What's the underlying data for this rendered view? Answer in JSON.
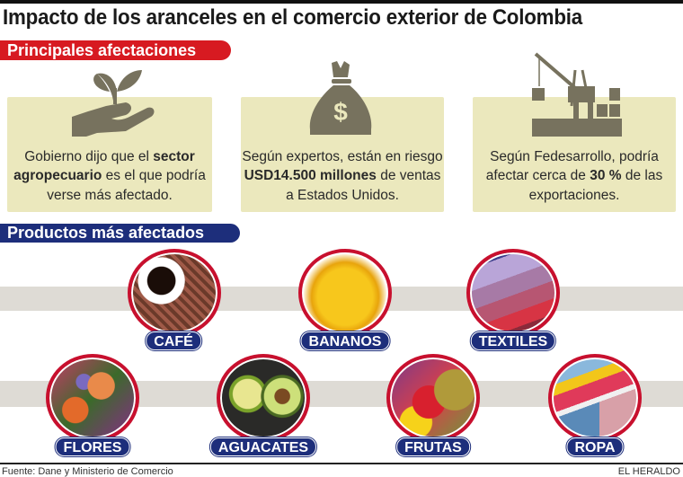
{
  "title": "Impacto de los aranceles en el comercio exterior de Colombia",
  "section1": {
    "label": "Principales afectaciones",
    "cards": [
      {
        "icon": "plant-in-hand-icon",
        "parts": [
          "Gobierno dijo que el ",
          "sector agropecuario",
          " es el que podría verse más afectado."
        ]
      },
      {
        "icon": "money-bag-icon",
        "parts": [
          "Según expertos, están en riesgo ",
          "USD14.500 millones",
          " de ventas a Estados Unidos."
        ]
      },
      {
        "icon": "port-crane-icon",
        "parts": [
          "Según Fedesarrollo, podría afectar cerca de ",
          "30 %",
          " de las exportaciones."
        ]
      }
    ]
  },
  "section2": {
    "label": "Productos más afectados",
    "products": [
      "CAFÉ",
      "BANANOS",
      "TEXTILES",
      "FLORES",
      "AGUACATES",
      "FRUTAS",
      "ROPA"
    ]
  },
  "footer": {
    "source": "Fuente: Dane y Ministerio de Comercio",
    "brand": "EL HERALDO"
  },
  "colors": {
    "red": "#d71a21",
    "blue": "#1d2e7b",
    "beige": "#ebe8bd",
    "icon": "#77725e"
  }
}
